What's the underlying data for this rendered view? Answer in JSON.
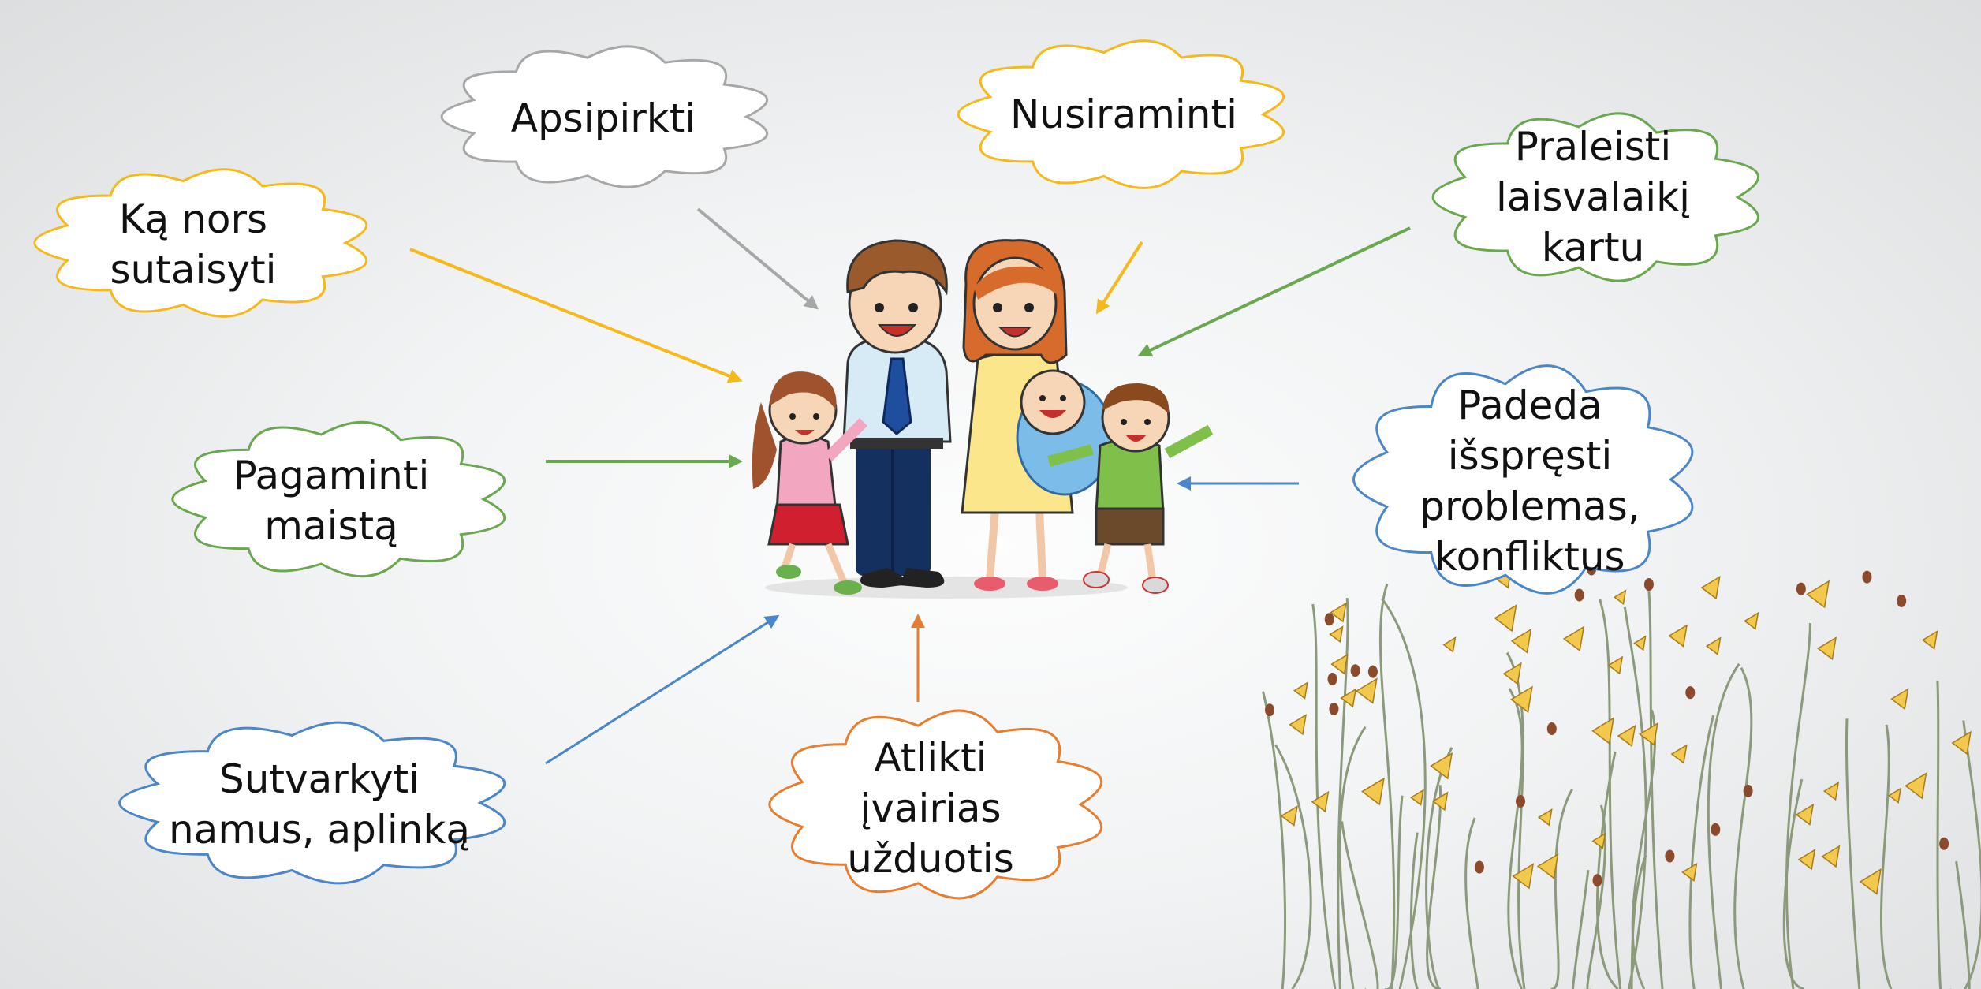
{
  "colors": {
    "yellow": "#f5b91c",
    "gray": "#a7a7a7",
    "green": "#6aa84f",
    "blue": "#4a86c8",
    "orange": "#e77d2e"
  },
  "clouds": [
    {
      "id": "apsipirkti",
      "color": "gray",
      "lines": [
        "Apsipirkti"
      ]
    },
    {
      "id": "nusiraminti",
      "color": "yellow",
      "lines": [
        "Nusiraminti"
      ]
    },
    {
      "id": "ka-nors-sutaisyti",
      "color": "yellow",
      "lines": [
        "Ką nors",
        "sutaisyti"
      ]
    },
    {
      "id": "praleisti-laisvalaiki",
      "color": "green",
      "lines": [
        "Praleisti",
        "laisvalaikį",
        "kartu"
      ]
    },
    {
      "id": "pagaminti-maista",
      "color": "green",
      "lines": [
        "Pagaminti",
        "maistą"
      ]
    },
    {
      "id": "padeda-issprest",
      "color": "blue",
      "lines": [
        "Padeda",
        "išspręsti",
        "problemas,",
        "konfliktus"
      ]
    },
    {
      "id": "sutvarkyti-namus",
      "color": "blue",
      "lines": [
        "Sutvarkyti",
        "namus, aplinką"
      ]
    },
    {
      "id": "atlikti-uzduotis",
      "color": "orange",
      "lines": [
        "Atlikti",
        "įvairias",
        "užduotis"
      ]
    }
  ],
  "family_illustration": "family-illustration",
  "decoration": "flower-stems-decoration"
}
